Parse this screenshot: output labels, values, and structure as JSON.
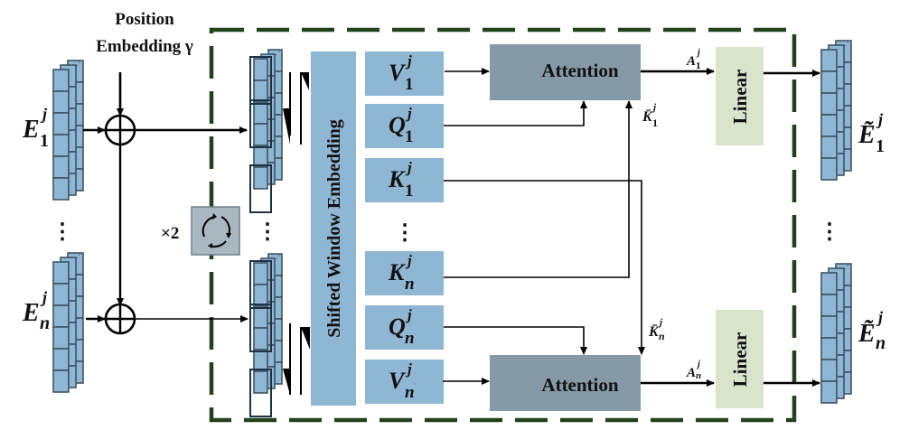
{
  "title_label": {
    "line1": "Position",
    "line2": "Embedding γ"
  },
  "inputs": [
    {
      "base": "E",
      "sup": "j",
      "sub": "1"
    },
    {
      "base": "E",
      "sup": "j",
      "sub": "n"
    }
  ],
  "outputs": [
    {
      "base": "Ẽ",
      "sup": "j",
      "sub": "1"
    },
    {
      "base": "Ẽ",
      "sup": "j",
      "sub": "n"
    }
  ],
  "repeat_label": "×2",
  "shifted_window_label": "Shifted Window Embedding",
  "qkv_boxes": [
    {
      "base": "V",
      "sup": "j",
      "sub": "1"
    },
    {
      "base": "Q",
      "sup": "j",
      "sub": "1"
    },
    {
      "base": "K",
      "sup": "j",
      "sub": "1"
    },
    {
      "base": "K",
      "sup": "j",
      "sub": "n"
    },
    {
      "base": "Q",
      "sup": "j",
      "sub": "n"
    },
    {
      "base": "V",
      "sup": "j",
      "sub": "n"
    }
  ],
  "attention_label": "Attention",
  "linear_label": "Linear",
  "edge_labels": {
    "a1": {
      "base": "A",
      "sup": "j",
      "sub": "1"
    },
    "an": {
      "base": "A",
      "sup": "j",
      "sub": "n"
    },
    "kbar1": {
      "base": "K̄",
      "sup": "j",
      "sub": "1"
    },
    "kbarn": {
      "base": "K̄",
      "sup": "j",
      "sub": "n"
    }
  },
  "ellipsis": "⋮",
  "colors": {
    "token_blue": "#8fb6d2",
    "attention_gray": "#8699a6",
    "linear_green": "#d8e4cc",
    "dashed_border": "#22421c",
    "repeat_box": "#a9b8c0"
  }
}
